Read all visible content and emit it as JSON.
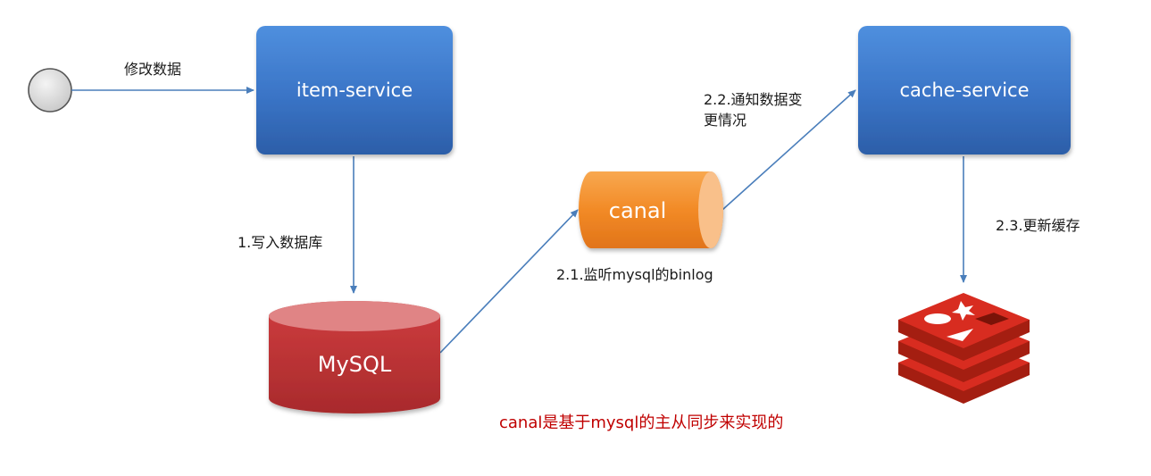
{
  "nodes": {
    "item_service": "item-service",
    "cache_service": "cache-service",
    "canal": "canal",
    "mysql": "MySQL"
  },
  "edges": {
    "modify_data": "修改数据",
    "write_db": "1.写入数据库",
    "listen_binlog": "2.1.监听mysql的binlog",
    "notify_line1": "2.2.通知数据变",
    "notify_line2": "更情况",
    "update_cache": "2.3.更新缓存"
  },
  "note": "canal是基于mysql的主从同步来实现的",
  "icons": {
    "start": "start-node-icon",
    "redis": "redis-icon"
  },
  "colors": {
    "service_box": "#3a74c6",
    "canal": "#f28a26",
    "mysql": "#c9373a",
    "redis": "#d82c20",
    "arrow": "#4a7ebb",
    "note": "#c00000"
  }
}
